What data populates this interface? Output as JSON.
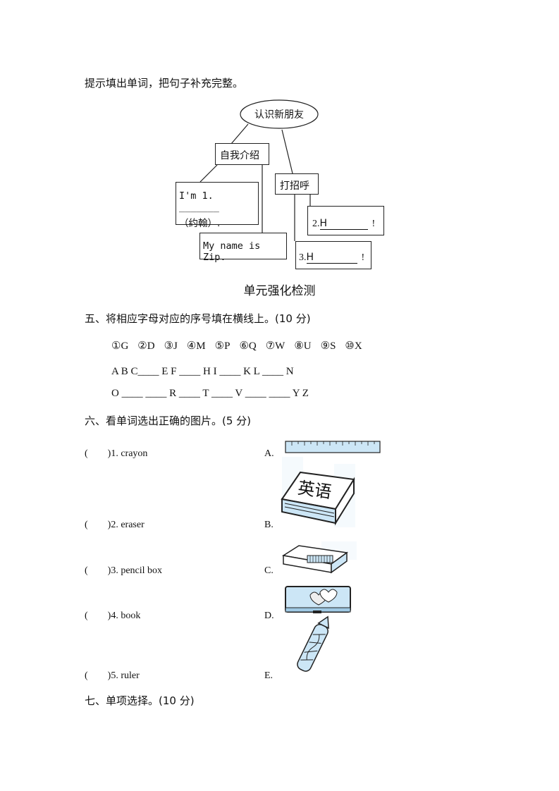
{
  "intro_instruction": "提示填出单词，把句子补充完整。",
  "diagram": {
    "center": "认识新朋友",
    "left_branch": "自我介绍",
    "right_branch": "打招呼",
    "box1_line1": "I'm 1. _______",
    "box1_line2": "（约翰）.",
    "box2": "My name is Zip.",
    "box3_prefix": "2.",
    "box3_letter": "H",
    "box3_end": "!",
    "box4_prefix": "3.",
    "box4_letter": "H",
    "box4_end": "!"
  },
  "unit_title": "单元强化检测",
  "section5": {
    "heading": "五、将相应字母对应的序号填在横线上。(10 分)",
    "options": [
      "①G",
      "②D",
      "③J",
      "④M",
      "⑤P",
      "⑥Q",
      "⑦W",
      "⑧U",
      "⑨S",
      "⑩X"
    ],
    "line1": "A B C____ E F ____ H I ____ K L ____ N",
    "line2": "O ____ ____ R ____ T ____ V ____ ____ Y Z"
  },
  "section6": {
    "heading": "六、看单词选出正确的图片。(5 分)",
    "items": [
      {
        "paren": "(        )",
        "label": "1. crayon",
        "letter": "A."
      },
      {
        "paren": "(        )",
        "label": "2. eraser",
        "letter": "B."
      },
      {
        "paren": "(        )",
        "label": "3. pencil box",
        "letter": "C."
      },
      {
        "paren": "(        )",
        "label": "4. book",
        "letter": "D."
      },
      {
        "paren": "(        )",
        "label": "5. ruler",
        "letter": "E."
      }
    ],
    "book_cover_text": "英语"
  },
  "section7": {
    "heading": "七、单项选择。(10 分)"
  },
  "colors": {
    "illustration_blue": "#cce6f6",
    "outline": "#222222"
  }
}
